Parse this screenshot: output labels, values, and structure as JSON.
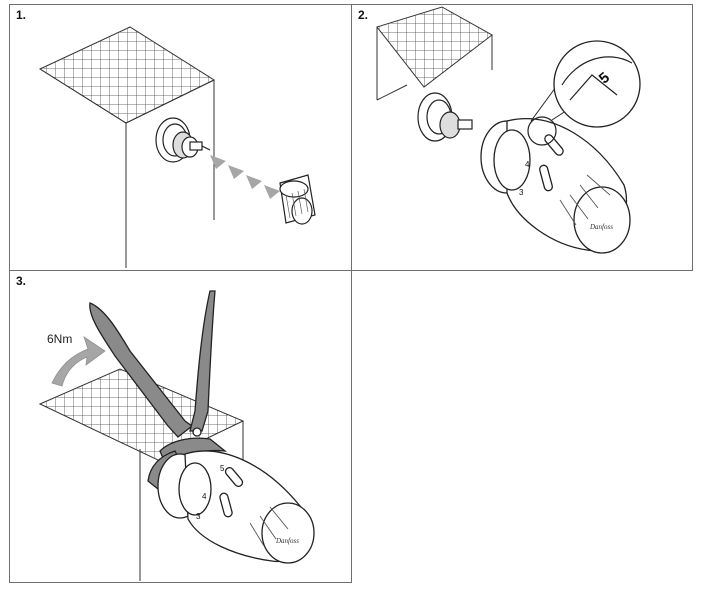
{
  "steps": [
    {
      "number": "1."
    },
    {
      "number": "2."
    },
    {
      "number": "3.",
      "torque_label": "6Nm"
    }
  ],
  "zoom_callout": {
    "dial_value": "5"
  },
  "dial_markings": [
    "3",
    "4",
    "5"
  ],
  "brand_logo": "Danfoss",
  "colors": {
    "outline": "#2a2a2a",
    "arrow": "#a6a6a6",
    "wrench": "#8a8a8a",
    "panel_border": "#6f6f6f"
  }
}
